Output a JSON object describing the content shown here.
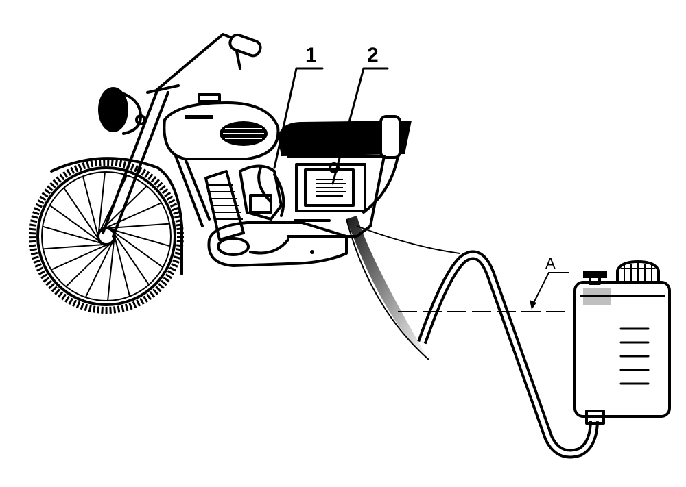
{
  "diagram": {
    "labels": {
      "one": "1",
      "two": "2",
      "a": "A"
    },
    "colors": {
      "ink": "#000000",
      "background": "#ffffff"
    }
  }
}
